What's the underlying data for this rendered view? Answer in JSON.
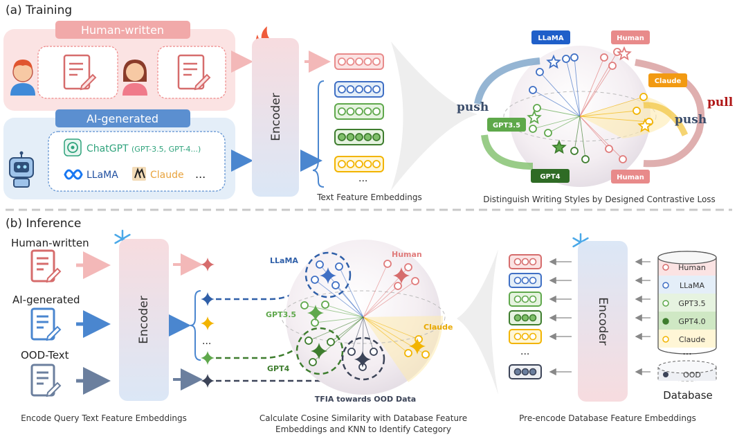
{
  "training": {
    "section_title": "(a) Training",
    "human_written_label": "Human-written",
    "ai_generated_label": "AI-generated",
    "chatgpt_label": "ChatGPT",
    "chatgpt_versions": "(GPT-3.5, GPT-4...)",
    "llama_label": "LLaMA",
    "claude_label": "Claude",
    "ellipsis": "...",
    "encoder_label": "Encoder",
    "embeddings_ellipsis": "...",
    "embeddings_caption": "Text Feature Embeddings",
    "loss_caption": "Distinguish Writing Styles by Designed Contrastive Loss",
    "push_left": "push",
    "push_right": "push",
    "pull": "pull",
    "tags": {
      "llama": "LLaMA",
      "human_top": "Human",
      "claude": "Claude",
      "gpt35": "GPT3.5",
      "gpt4": "GPT4",
      "human_bottom": "Human"
    }
  },
  "inference": {
    "section_title": "(b) Inference",
    "human_written_label": "Human-written",
    "ai_generated_label": "AI-generated",
    "ood_text_label": "OOD-Text",
    "encoder_label": "Encoder",
    "query_ellipsis": "...",
    "query_caption": "Encode Query Text Feature Embeddings",
    "sphere_labels": {
      "llama": "LLaMA",
      "human": "Human",
      "gpt35": "GPT3.5",
      "claude": "Claude",
      "gpt4": "GPT4",
      "tfia": "TFIA towards OOD Data"
    },
    "center_caption_line1": "Calculate Cosine Similarity with Database Feature",
    "center_caption_line2": "Embeddings and KNN to Identify Category",
    "db_encoder_label": "Encoder",
    "db_ellipsis": "...",
    "db_embeddings_ellipsis": "...",
    "database_items": [
      "Human",
      "LLaMA",
      "GPT3.5",
      "GPT4.0",
      "Claude"
    ],
    "ood_item": "OOD",
    "database_label": "Database",
    "right_caption": "Pre-encode Database Feature Embeddings"
  },
  "colors": {
    "human": "#e07b7b",
    "llama": "#3f6fc4",
    "gpt35": "#5fa84c",
    "gpt4": "#3e7d2e",
    "claude": "#f2b400",
    "ood": "#3c4458",
    "pink_panel": "#fbe3e3",
    "blue_panel": "#e4eef8",
    "human_banner": "#f1a9a9",
    "ai_banner": "#5b8fd0"
  }
}
